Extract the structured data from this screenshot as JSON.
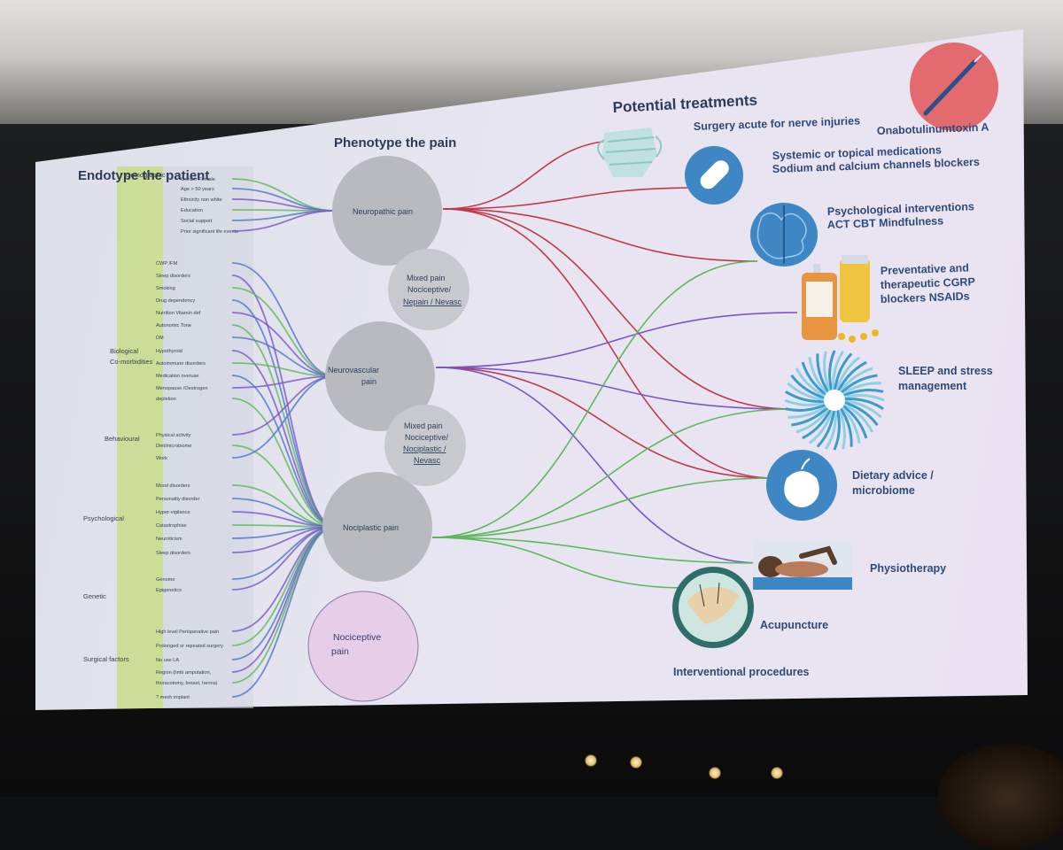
{
  "headings": {
    "endotype": "Endotype the patient",
    "phenotype": "Phenotype the pain",
    "treatments": "Potential treatments"
  },
  "categories": [
    {
      "id": "demo",
      "label_lines": [
        "Demographic"
      ],
      "factors": [
        "Gender Female",
        "Age > 50 years",
        "Ethnicity non white",
        "Education",
        "Social support",
        "Prior significant life events"
      ]
    },
    {
      "id": "bio",
      "label_lines": [
        "Biological",
        "Co-morbidities"
      ],
      "factors": [
        "CWP /FM",
        "Sleep disorders",
        "Smoking",
        "Drug dependency",
        "Nutrition Vitamin def",
        "Autonomic Tone",
        "DM",
        "Hypothyroid",
        "Autoimmune disorders",
        "Medication overuse",
        "Menopause /Oestrogen",
        "depletion"
      ]
    },
    {
      "id": "behav",
      "label_lines": [
        "Behavioural"
      ],
      "factors": [
        "Physical activity",
        "Diet/microbiome",
        "Work"
      ]
    },
    {
      "id": "psych",
      "label_lines": [
        "Psychological"
      ],
      "factors": [
        "Mood disorders",
        "Personality disorder",
        "Hyper-vigilance",
        "Catastrophise",
        "Neuroticism",
        "Sleep disorders"
      ]
    },
    {
      "id": "gen",
      "label_lines": [
        "Genetic"
      ],
      "factors": [
        "Genome",
        "Epigenetics"
      ]
    },
    {
      "id": "surg",
      "label_lines": [
        "Surgical factors"
      ],
      "factors": [
        "High level Perioperative pain",
        "Prolonged or repeated surgery",
        "No use LA",
        "Region (limb amputation,",
        "thoracotomy, breast, hernia)",
        "? mesh implant"
      ]
    }
  ],
  "pain_nodes": [
    {
      "id": "neuropathic",
      "lines": [
        "Neuropathic pain"
      ]
    },
    {
      "id": "mixed1",
      "lines": [
        "Mixed pain",
        "Nociceptive/",
        "Nepain / Nevasc"
      ]
    },
    {
      "id": "neurovascular",
      "lines": [
        "Neurovascular",
        "pain"
      ]
    },
    {
      "id": "mixed2",
      "lines": [
        "Mixed pain",
        "Nociceptive/",
        "Nociplastic /",
        "Nevasc"
      ]
    },
    {
      "id": "nociplastic",
      "lines": [
        "Nociplastic pain"
      ]
    },
    {
      "id": "nociceptive",
      "lines": [
        "Nociceptive",
        "pain"
      ]
    }
  ],
  "treatments": [
    {
      "id": "surgery",
      "icon": "face-mask-icon",
      "lines": [
        "Surgery acute for nerve injuries"
      ]
    },
    {
      "id": "botox",
      "icon": "syringe-icon",
      "lines": [
        "Onabotulinumtoxin A"
      ]
    },
    {
      "id": "systemic",
      "icon": "pill-icon",
      "lines": [
        "Systemic or topical medications",
        "Sodium and calcium channels blockers"
      ]
    },
    {
      "id": "psych",
      "icon": "brain-icon",
      "lines": [
        "Psychological interventions",
        "ACT CBT Mindfulness"
      ]
    },
    {
      "id": "cgrp",
      "icon": "pill-bottles-icon",
      "lines": [
        "Preventative and",
        "therapeutic CGRP",
        "blockers NSAIDs"
      ]
    },
    {
      "id": "sleep",
      "icon": "spiral-icon",
      "lines": [
        "SLEEP and stress",
        "management"
      ]
    },
    {
      "id": "diet",
      "icon": "apple-icon",
      "lines": [
        "Dietary advice /",
        "microbiome"
      ]
    },
    {
      "id": "physio",
      "icon": "massage-icon",
      "lines": [
        "Physiotherapy"
      ]
    },
    {
      "id": "acu",
      "icon": "acupuncture-icon",
      "lines": [
        "Acupuncture"
      ]
    },
    {
      "id": "interv",
      "icon": "",
      "lines": [
        "Interventional procedures"
      ]
    }
  ],
  "links": [
    {
      "from": "neuropathic",
      "to": "surgery",
      "color": "red"
    },
    {
      "from": "neuropathic",
      "to": "systemic",
      "color": "red"
    },
    {
      "from": "neuropathic",
      "to": "psych",
      "color": "red"
    },
    {
      "from": "neuropathic",
      "to": "sleep",
      "color": "red"
    },
    {
      "from": "neuropathic",
      "to": "diet",
      "color": "red"
    },
    {
      "from": "neurovascular",
      "to": "cgrp",
      "color": "purple"
    },
    {
      "from": "neurovascular",
      "to": "sleep",
      "color": "purple"
    },
    {
      "from": "neurovascular",
      "to": "diet",
      "color": "red"
    },
    {
      "from": "neurovascular",
      "to": "physio",
      "color": "purple"
    },
    {
      "from": "nociplastic",
      "to": "psych",
      "color": "green"
    },
    {
      "from": "nociplastic",
      "to": "sleep",
      "color": "green"
    },
    {
      "from": "nociplastic",
      "to": "diet",
      "color": "green"
    },
    {
      "from": "nociplastic",
      "to": "physio",
      "color": "green"
    },
    {
      "from": "nociplastic",
      "to": "acu",
      "color": "green"
    }
  ],
  "colors": {
    "red": "#c0394a",
    "purple": "#7a55c8",
    "green": "#5cb85a",
    "blue": "#4f74c9",
    "node": "#b8bac0",
    "nociceptive": "#e6cde8",
    "icon_blue": "#3f86c4",
    "icon_red": "#e36a6f",
    "category_bar": "#c9dc8a"
  }
}
